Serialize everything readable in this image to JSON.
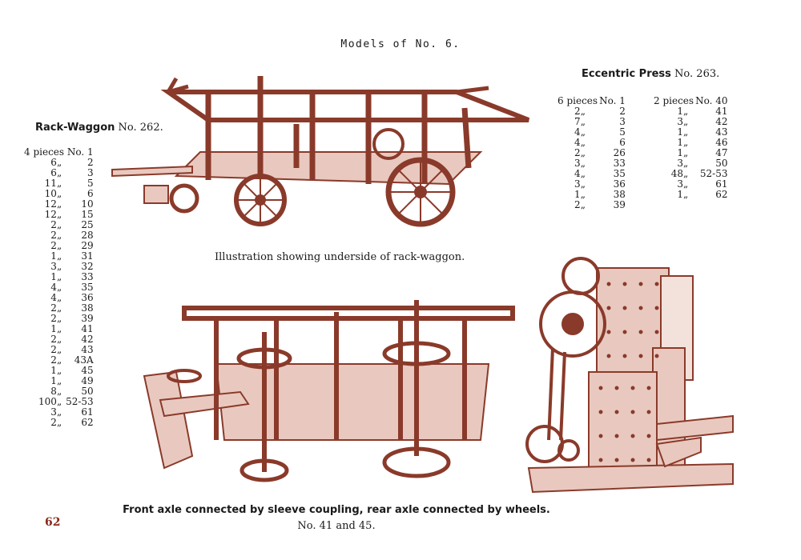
{
  "page": {
    "header": "Models of No. 6.",
    "page_number": "62"
  },
  "rack_waggon": {
    "title_bold": "Rack-Waggon",
    "title_rest": " No. 262.",
    "header_qty": "4 pieces",
    "header_no": "No. 1",
    "ditto": "„",
    "parts": [
      {
        "q": "6",
        "n": "2"
      },
      {
        "q": "6",
        "n": "3"
      },
      {
        "q": "11",
        "n": "5"
      },
      {
        "q": "10",
        "n": "6"
      },
      {
        "q": "12",
        "n": "10"
      },
      {
        "q": "12",
        "n": "15"
      },
      {
        "q": "2",
        "n": "25"
      },
      {
        "q": "2",
        "n": "28"
      },
      {
        "q": "2",
        "n": "29"
      },
      {
        "q": "1",
        "n": "31"
      },
      {
        "q": "3",
        "n": "32"
      },
      {
        "q": "1",
        "n": "33"
      },
      {
        "q": "4",
        "n": "35"
      },
      {
        "q": "4",
        "n": "36"
      },
      {
        "q": "2",
        "n": "38"
      },
      {
        "q": "2",
        "n": "39"
      },
      {
        "q": "1",
        "n": "41"
      },
      {
        "q": "2",
        "n": "42"
      },
      {
        "q": "2",
        "n": "43"
      },
      {
        "q": "2",
        "n": "43A"
      },
      {
        "q": "1",
        "n": "45"
      },
      {
        "q": "1",
        "n": "49"
      },
      {
        "q": "8",
        "n": "50"
      },
      {
        "q": "100",
        "n": "52-53"
      },
      {
        "q": "3",
        "n": "61"
      },
      {
        "q": "2",
        "n": "62"
      }
    ]
  },
  "eccentric_press": {
    "title_bold": "Eccentric Press",
    "title_rest": " No. 263.",
    "col1": {
      "header_qty": "6 pieces",
      "header_no": "No. 1",
      "parts": [
        {
          "q": "2",
          "n": "2"
        },
        {
          "q": "7",
          "n": "3"
        },
        {
          "q": "4",
          "n": "5"
        },
        {
          "q": "4",
          "n": "6"
        },
        {
          "q": "2",
          "n": "26"
        },
        {
          "q": "3",
          "n": "33"
        },
        {
          "q": "4",
          "n": "35"
        },
        {
          "q": "3",
          "n": "36"
        },
        {
          "q": "1",
          "n": "38"
        },
        {
          "q": "2",
          "n": "39"
        }
      ]
    },
    "col2": {
      "header_qty": "2 pieces",
      "header_no": "No. 40",
      "parts": [
        {
          "q": "1",
          "n": "41"
        },
        {
          "q": "3",
          "n": "42"
        },
        {
          "q": "1",
          "n": "43"
        },
        {
          "q": "1",
          "n": "46"
        },
        {
          "q": "1",
          "n": "47"
        },
        {
          "q": "3",
          "n": "50"
        },
        {
          "q": "48",
          "n": "52-53"
        },
        {
          "q": "3",
          "n": "61"
        },
        {
          "q": "1",
          "n": "62"
        }
      ]
    }
  },
  "captions": {
    "upper": "Illustration showing underside of rack-waggon.",
    "lower_line1": "Front axle connected by sleeve coupling, rear axle connected by wheels.",
    "lower_line2": "No. 41 and 45."
  },
  "colors": {
    "ink": "#1a1a1a",
    "illustration": "#8a3a2a",
    "illustration_light": "#e9c9bf",
    "page_number": "#8a2a1a"
  }
}
